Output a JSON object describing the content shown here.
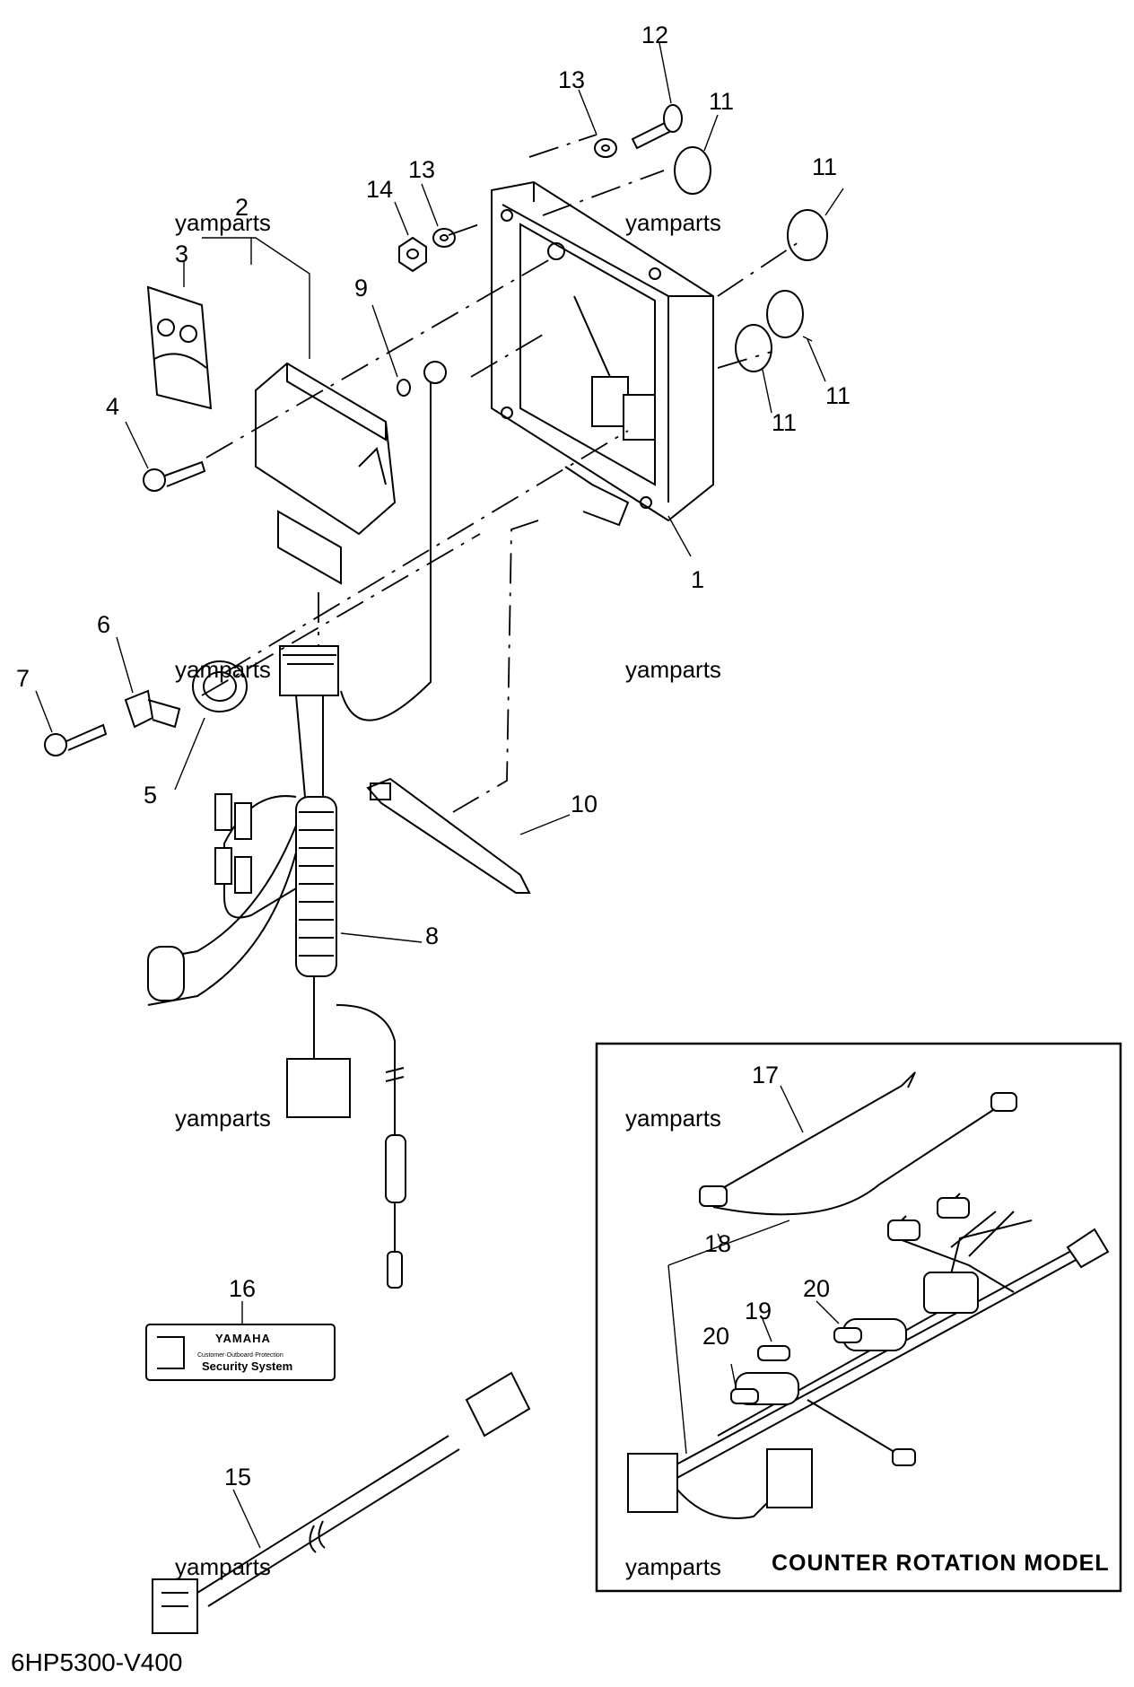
{
  "watermark": "yamparts",
  "diagram_code": "6HP5300-V400",
  "inset": {
    "title": "COUNTER ROTATION MODEL"
  },
  "label_plate": {
    "brand": "YAMAHA",
    "tagline": "Customer·Outboard·Protection",
    "name": "Security System"
  },
  "callouts": {
    "c1": "1",
    "c2": "2",
    "c3": "3",
    "c4": "4",
    "c5": "5",
    "c6": "6",
    "c7": "7",
    "c8": "8",
    "c9": "9",
    "c10": "10",
    "c11a": "11",
    "c11b": "11",
    "c11c": "11",
    "c11d": "11",
    "c12": "12",
    "c13a": "13",
    "c13b": "13",
    "c14": "14",
    "c15": "15",
    "c16": "16",
    "c17": "17",
    "c18": "18",
    "c19": "19",
    "c20a": "20",
    "c20b": "20"
  }
}
